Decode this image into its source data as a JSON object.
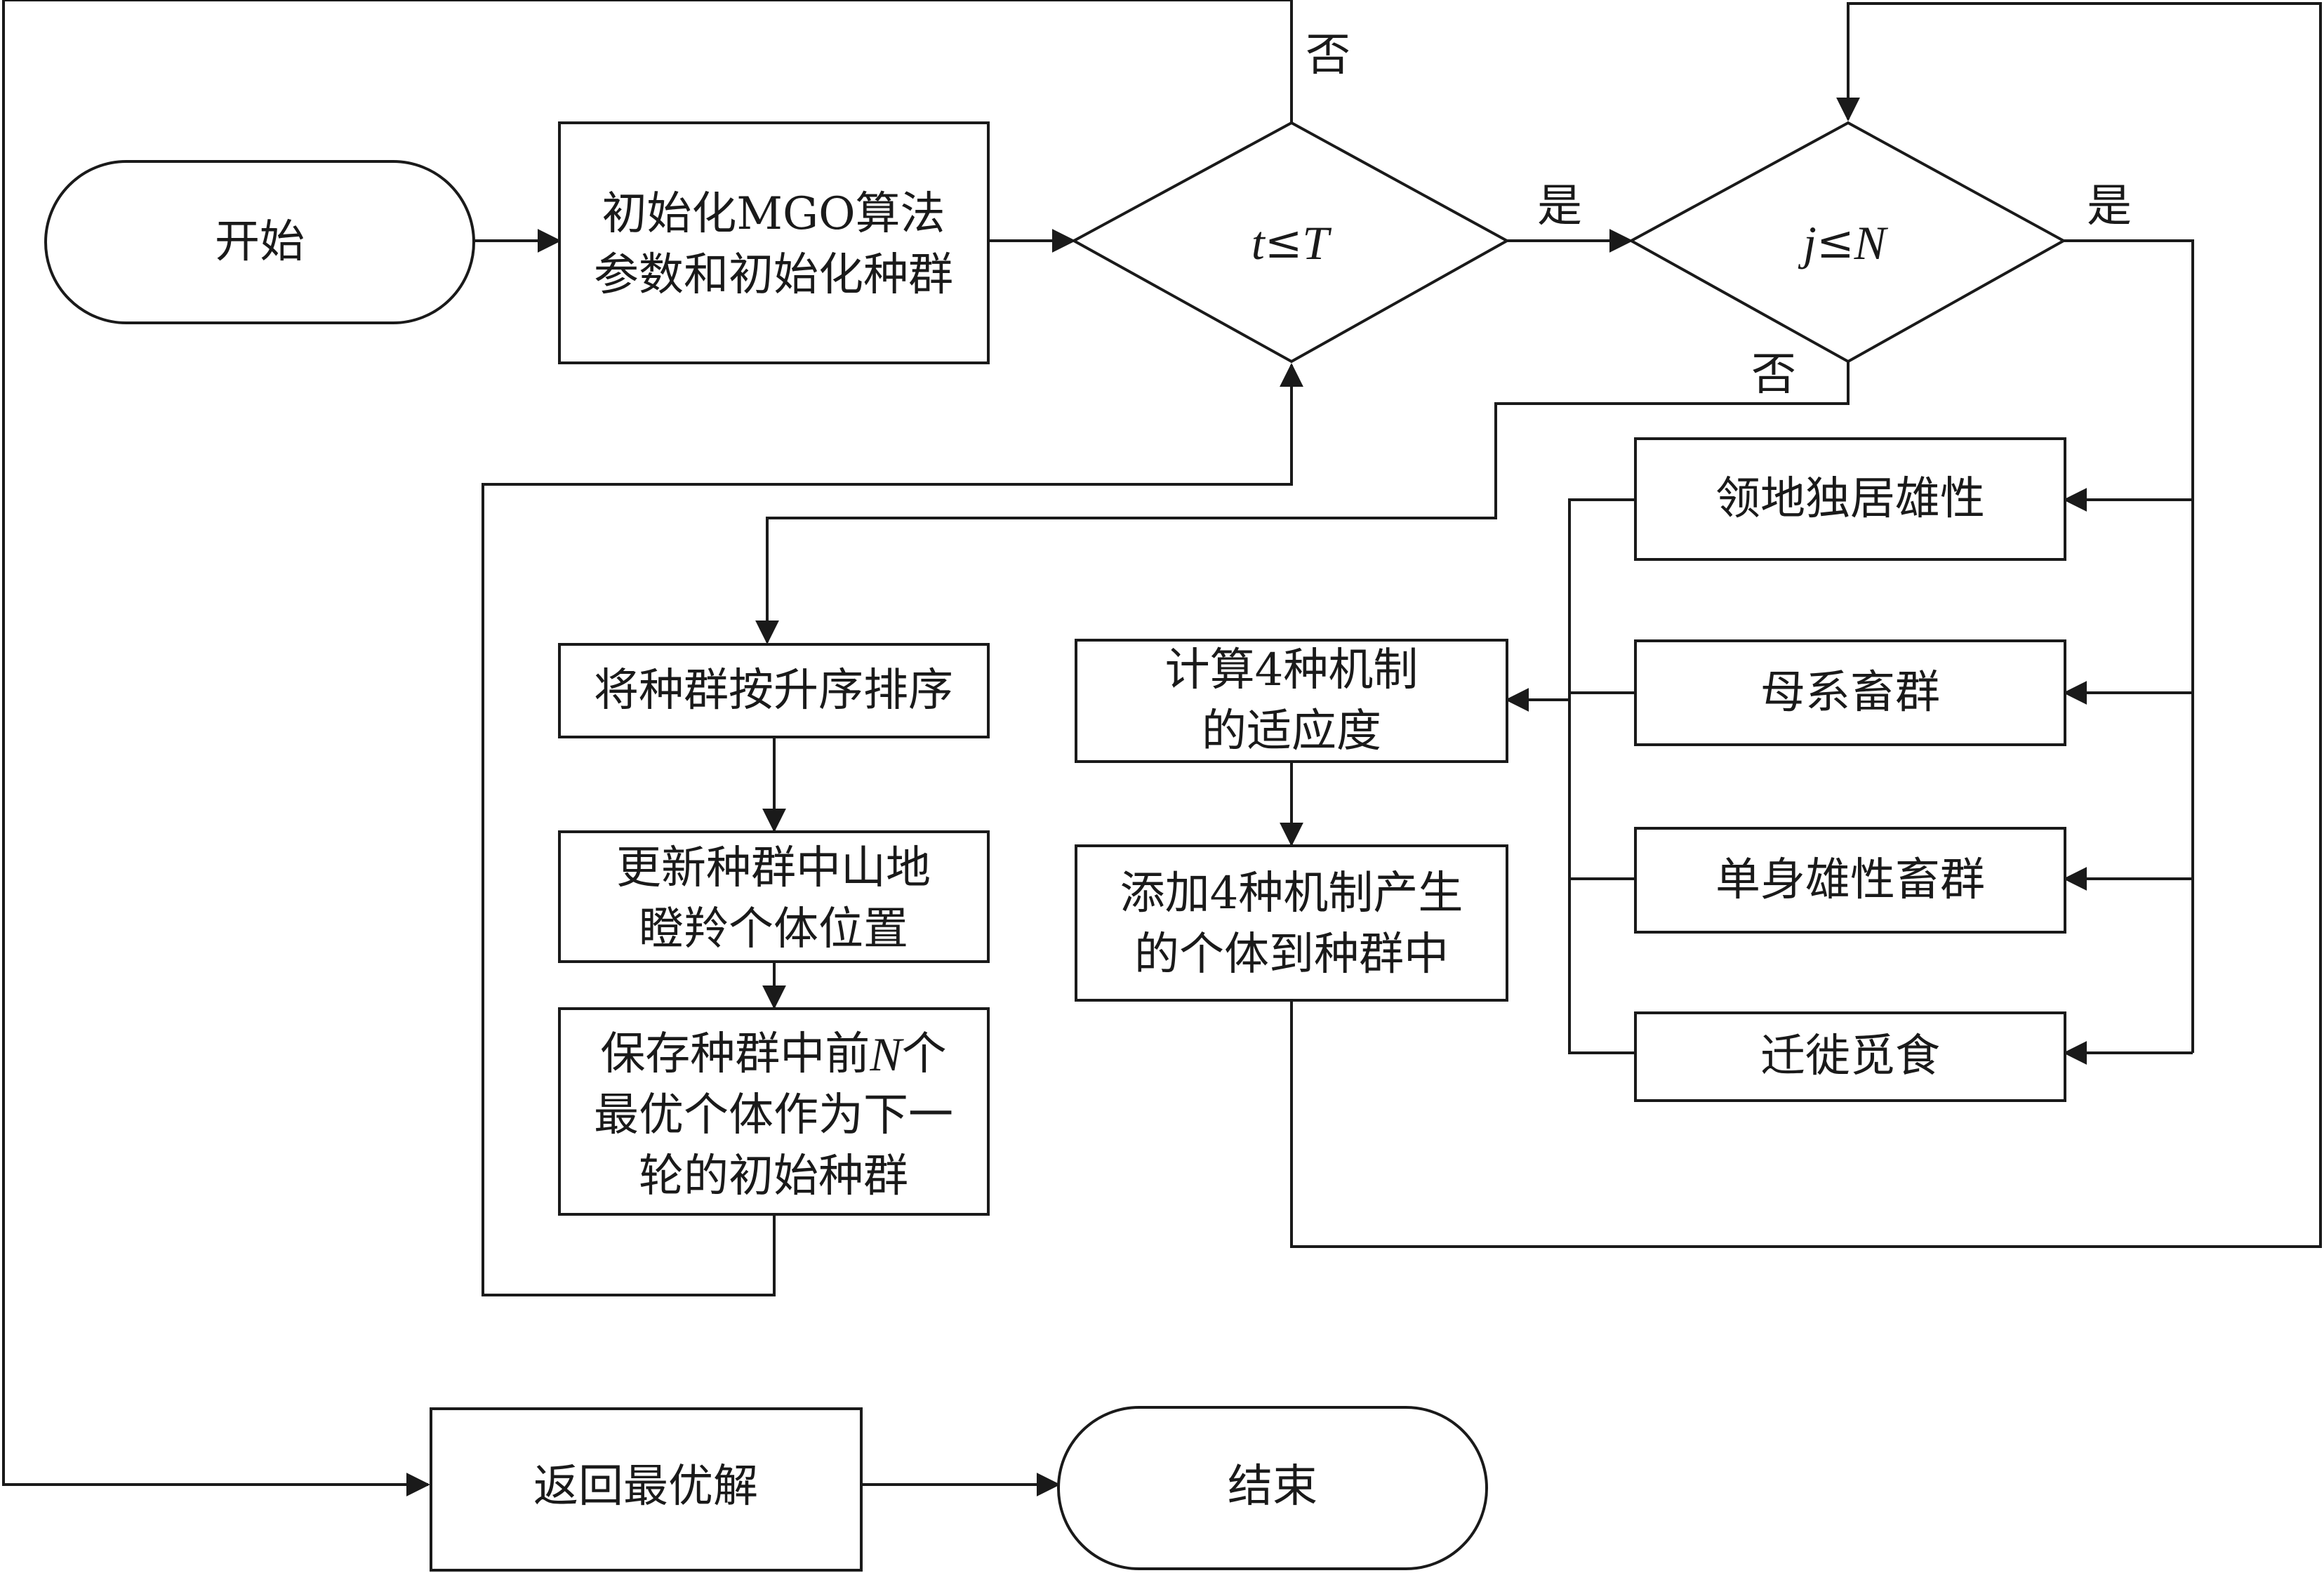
{
  "nodes": {
    "start": "开始",
    "init": [
      "初始化MGO算法",
      "参数和初始化种群"
    ],
    "cond_t": {
      "var": "t",
      "op": "≤",
      "bound": "T"
    },
    "cond_j": {
      "var": "j",
      "op": "≤",
      "bound": "N"
    },
    "territorial": "领地独居雄性",
    "maternal": "母系畜群",
    "bachelor": "单身雄性畜群",
    "migration": "迁徙觅食",
    "fitness": [
      "计算4种机制",
      "的适应度"
    ],
    "add": [
      "添加4种机制产生",
      "的个体到种群中"
    ],
    "sort": "将种群按升序排序",
    "update": [
      "更新种群中山地",
      "瞪羚个体位置"
    ],
    "save": {
      "line1_prefix": "保存种群中前",
      "line1_var": "N",
      "line1_suffix": "个",
      "line2": "最优个体作为下一",
      "line3": "轮的初始种群"
    },
    "return": "返回最优解",
    "end": "结束"
  },
  "edge_labels": {
    "t_no": "否",
    "t_yes": "是",
    "j_yes": "是",
    "j_no": "否"
  }
}
